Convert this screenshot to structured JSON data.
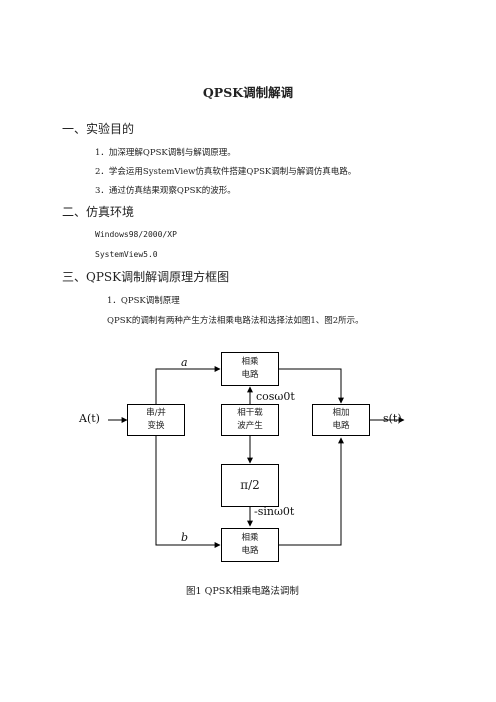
{
  "document": {
    "title": "QPSK调制解调",
    "sections": [
      {
        "heading": "一、实验目的",
        "items": [
          "1．加深理解QPSK调制与解调原理。",
          "2．学会运用SystemView仿真软件搭建QPSK调制与解调仿真电路。",
          "3．通过仿真结果观察QPSK的波形。"
        ]
      },
      {
        "heading": "二、仿真环境",
        "items": [
          "Windows98/2000/XP",
          "SystemView5.0"
        ]
      },
      {
        "heading": "三、QPSK调制解调原理方框图",
        "items": [
          "1．QPSK调制原理",
          "QPSK的调制有两种产生方法相乘电路法和选择法如图1、图2所示。"
        ]
      }
    ]
  },
  "diagram": {
    "input_label": "A(t)",
    "output_label": "s(t)",
    "blocks": {
      "sp_converter": [
        "串/并",
        "变换"
      ],
      "mult_top": [
        "相乘",
        "电路"
      ],
      "carrier": [
        "相干载",
        "波产生"
      ],
      "phase_shift": "π/2",
      "adder": [
        "相加",
        "电路"
      ],
      "mult_bottom": [
        "相乘",
        "电路"
      ]
    },
    "labels": {
      "a": "a",
      "b": "b",
      "cos": "cosω0t",
      "sin": "-sinω0t"
    },
    "caption": "图1 QPSK相乘电路法调制"
  }
}
